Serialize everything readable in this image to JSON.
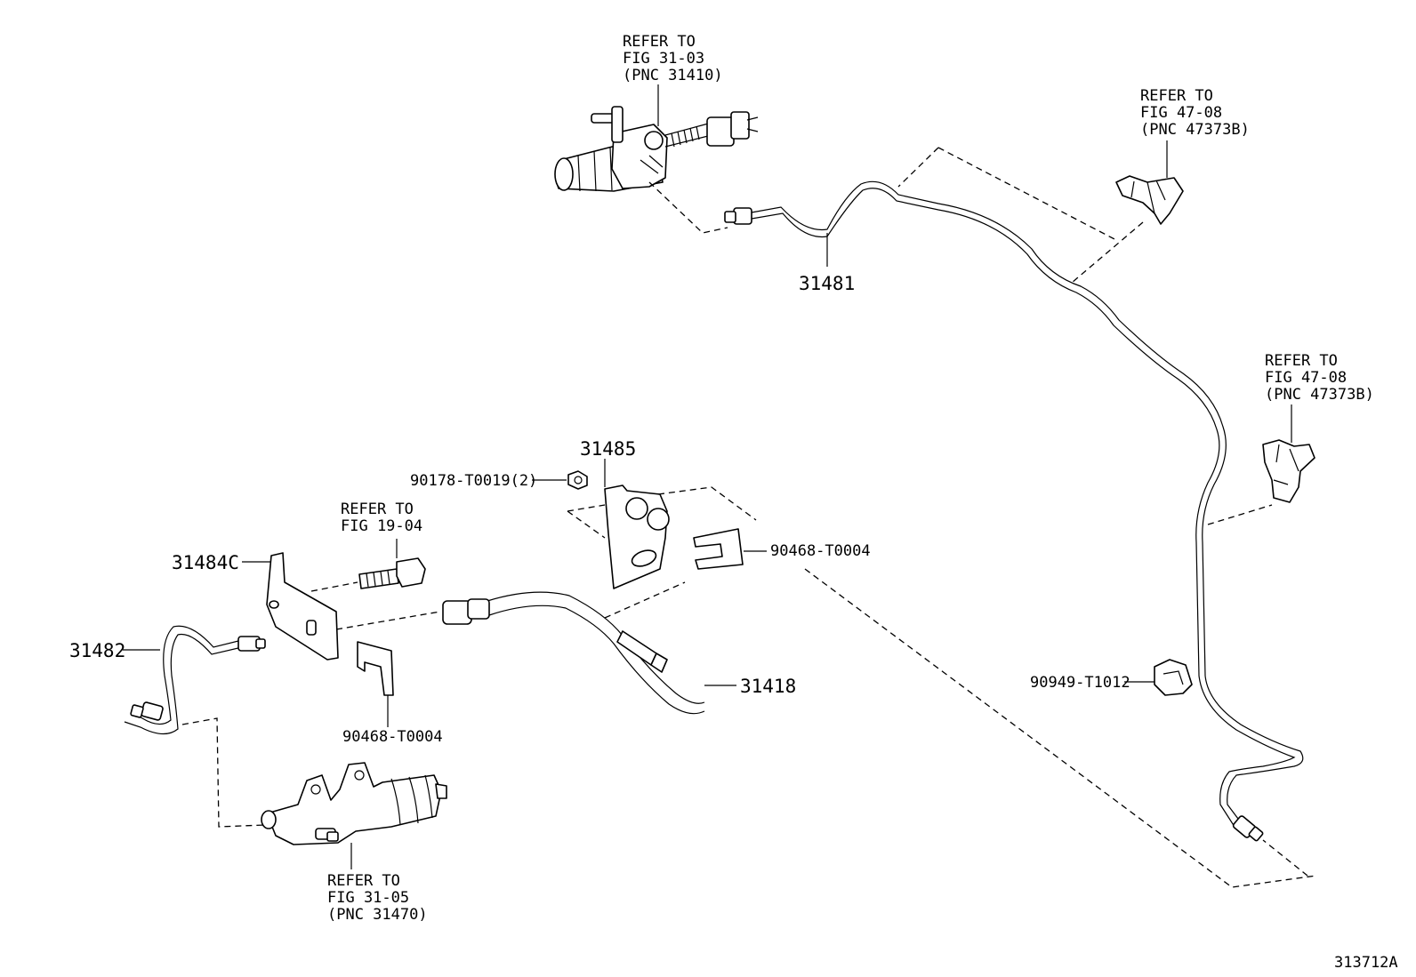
{
  "callouts": {
    "ref_master_cyl": [
      "REFER TO",
      "FIG 31-03",
      "(PNC 31410)"
    ],
    "ref_clamp_top": [
      "REFER TO",
      "FIG 47-08",
      "(PNC 47373B)"
    ],
    "ref_clamp_mid": [
      "REFER TO",
      "FIG 47-08",
      "(PNC 47373B)"
    ],
    "ref_bolt": [
      "REFER TO",
      "FIG 19-04"
    ],
    "ref_release_cyl": [
      "REFER TO",
      "FIG 31-05",
      "(PNC 31470)"
    ]
  },
  "parts": {
    "p31481": "31481",
    "p31485": "31485",
    "p90178": "90178-T0019(2)",
    "p31484c": "31484C",
    "p31482": "31482",
    "p90468_right": "90468-T0004",
    "p90468_left": "90468-T0004",
    "p31418": "31418",
    "p90949": "90949-T1012"
  },
  "figure_id": "313712A"
}
